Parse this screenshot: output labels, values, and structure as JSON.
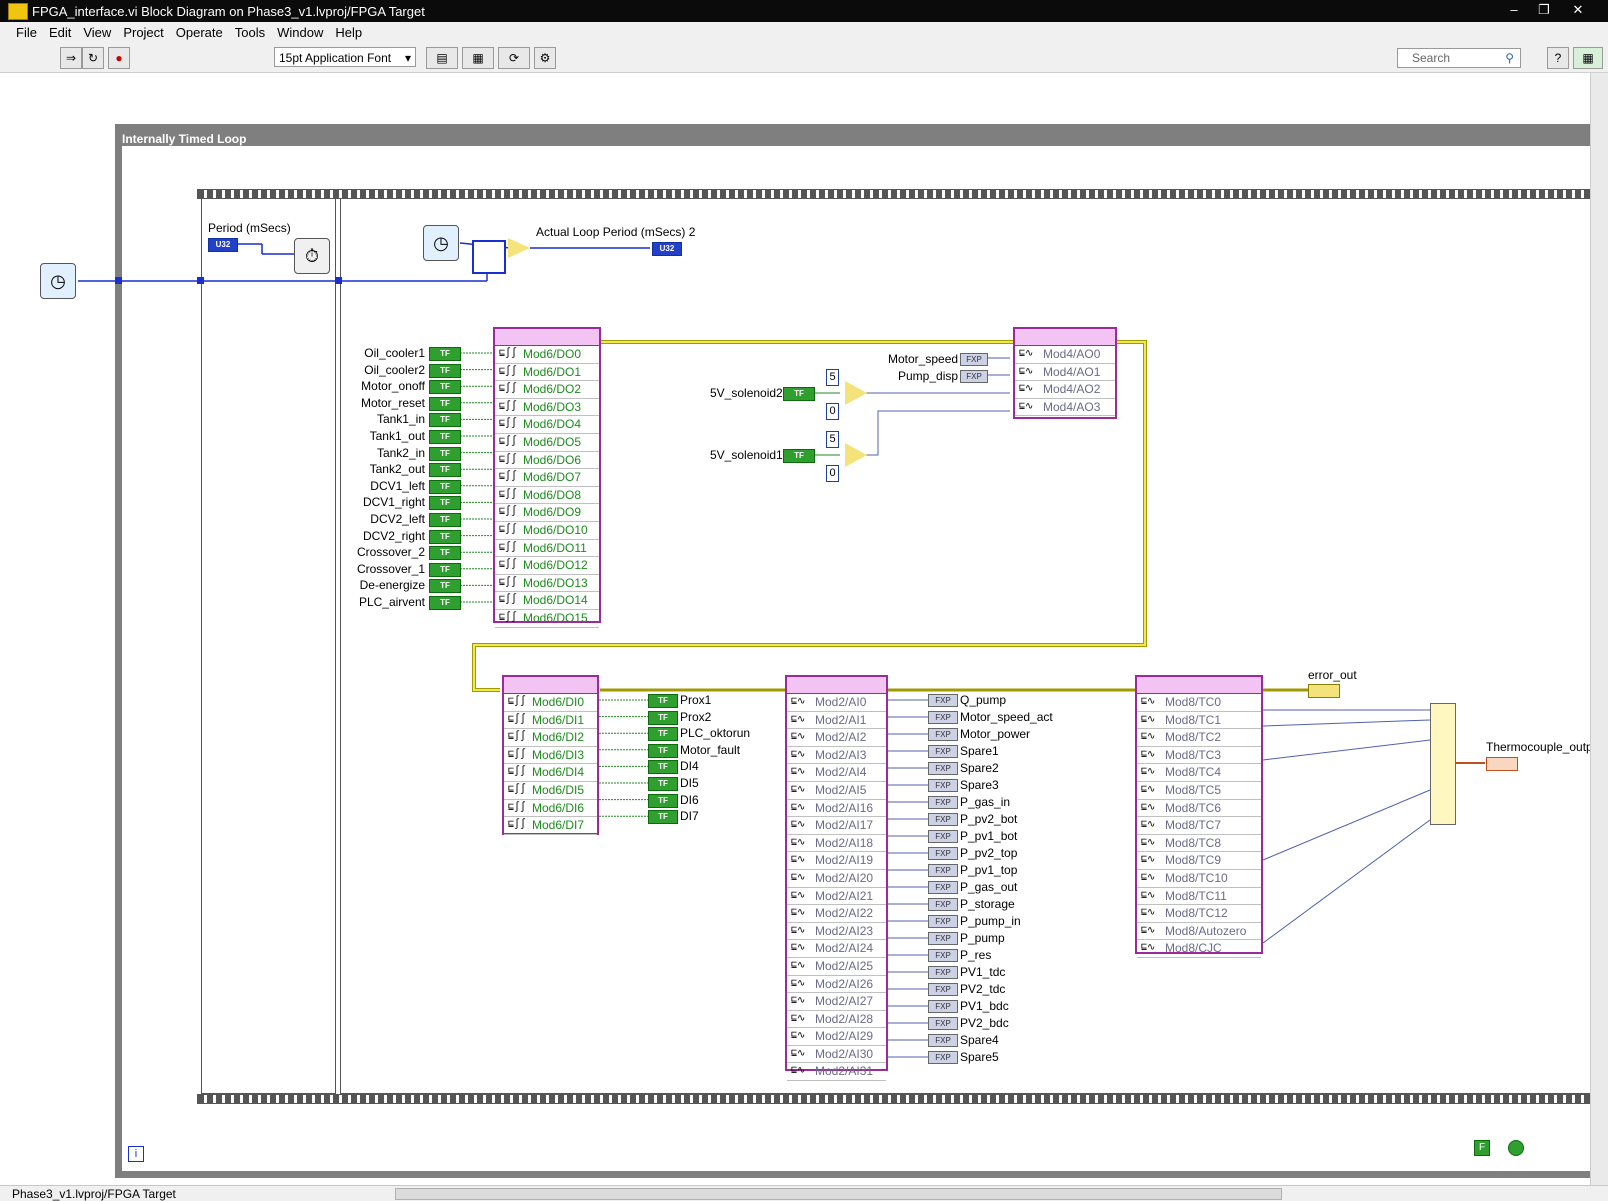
{
  "window": {
    "title": "FPGA_interface.vi Block Diagram on Phase3_v1.lvproj/FPGA Target"
  },
  "menu": [
    "File",
    "Edit",
    "View",
    "Project",
    "Operate",
    "Tools",
    "Window",
    "Help"
  ],
  "toolbar": {
    "font": "15pt Application Font",
    "search_placeholder": "Search"
  },
  "loop": {
    "label": "Internally Timed Loop"
  },
  "timing": {
    "period_label": "Period (mSecs)",
    "period_type": "U32",
    "actual_period_label": "Actual Loop Period (mSecs) 2",
    "actual_type": "U32"
  },
  "do_controls": [
    "Oil_cooler1",
    "Oil_cooler2",
    "Motor_onoff",
    "Motor_reset",
    "Tank1_in",
    "Tank1_out",
    "Tank2_in",
    "Tank2_out",
    "DCV1_left",
    "DCV1_right",
    "DCV2_left",
    "DCV2_right",
    "Crossover_2",
    "Crossover_1",
    "De-energize",
    "PLC_airvent"
  ],
  "do_node": [
    "Mod6/DO0",
    "Mod6/DO1",
    "Mod6/DO2",
    "Mod6/DO3",
    "Mod6/DO4",
    "Mod6/DO5",
    "Mod6/DO6",
    "Mod6/DO7",
    "Mod6/DO8",
    "Mod6/DO9",
    "Mod6/DO10",
    "Mod6/DO11",
    "Mod6/DO12",
    "Mod6/DO13",
    "Mod6/DO14",
    "Mod6/DO15"
  ],
  "ao_controls": [
    "Motor_speed",
    "Pump_disp"
  ],
  "ao_node": [
    "Mod4/AO0",
    "Mod4/AO1",
    "Mod4/AO2",
    "Mod4/AO3"
  ],
  "solenoids": {
    "s2": "5V_solenoid2",
    "s1": "5V_solenoid1",
    "const_high": "5",
    "const_low": "0"
  },
  "di_node": [
    "Mod6/DI0",
    "Mod6/DI1",
    "Mod6/DI2",
    "Mod6/DI3",
    "Mod6/DI4",
    "Mod6/DI5",
    "Mod6/DI6",
    "Mod6/DI7"
  ],
  "di_indicators": [
    "Prox1",
    "Prox2",
    "PLC_oktorun",
    "Motor_fault",
    "DI4",
    "DI5",
    "DI6",
    "DI7"
  ],
  "ai_node": [
    "Mod2/AI0",
    "Mod2/AI1",
    "Mod2/AI2",
    "Mod2/AI3",
    "Mod2/AI4",
    "Mod2/AI5",
    "Mod2/AI16",
    "Mod2/AI17",
    "Mod2/AI18",
    "Mod2/AI19",
    "Mod2/AI20",
    "Mod2/AI21",
    "Mod2/AI22",
    "Mod2/AI23",
    "Mod2/AI24",
    "Mod2/AI25",
    "Mod2/AI26",
    "Mod2/AI27",
    "Mod2/AI28",
    "Mod2/AI29",
    "Mod2/AI30",
    "Mod2/AI31"
  ],
  "ai_indicators": [
    "Q_pump",
    "Motor_speed_act",
    "Motor_power",
    "Spare1",
    "Spare2",
    "Spare3",
    "P_gas_in",
    "P_pv2_bot",
    "P_pv1_bot",
    "P_pv2_top",
    "P_pv1_top",
    "P_gas_out",
    "P_storage",
    "P_pump_in",
    "P_pump",
    "P_res",
    "PV1_tdc",
    "PV2_tdc",
    "PV1_bdc",
    "PV2_bdc",
    "Spare4",
    "Spare5"
  ],
  "tc_node": [
    "Mod8/TC0",
    "Mod8/TC1",
    "Mod8/TC2",
    "Mod8/TC3",
    "Mod8/TC4",
    "Mod8/TC5",
    "Mod8/TC6",
    "Mod8/TC7",
    "Mod8/TC8",
    "Mod8/TC9",
    "Mod8/TC10",
    "Mod8/TC11",
    "Mod8/TC12",
    "Mod8/Autozero",
    "Mod8/CJC"
  ],
  "error_out": "error_out",
  "thermocouple_out": "Thermocouple_outp",
  "status": {
    "path": "Phase3_v1.lvproj/FPGA Target"
  },
  "type_labels": {
    "tf": "TF",
    "fxp": "FXP",
    "u32": "U32"
  }
}
